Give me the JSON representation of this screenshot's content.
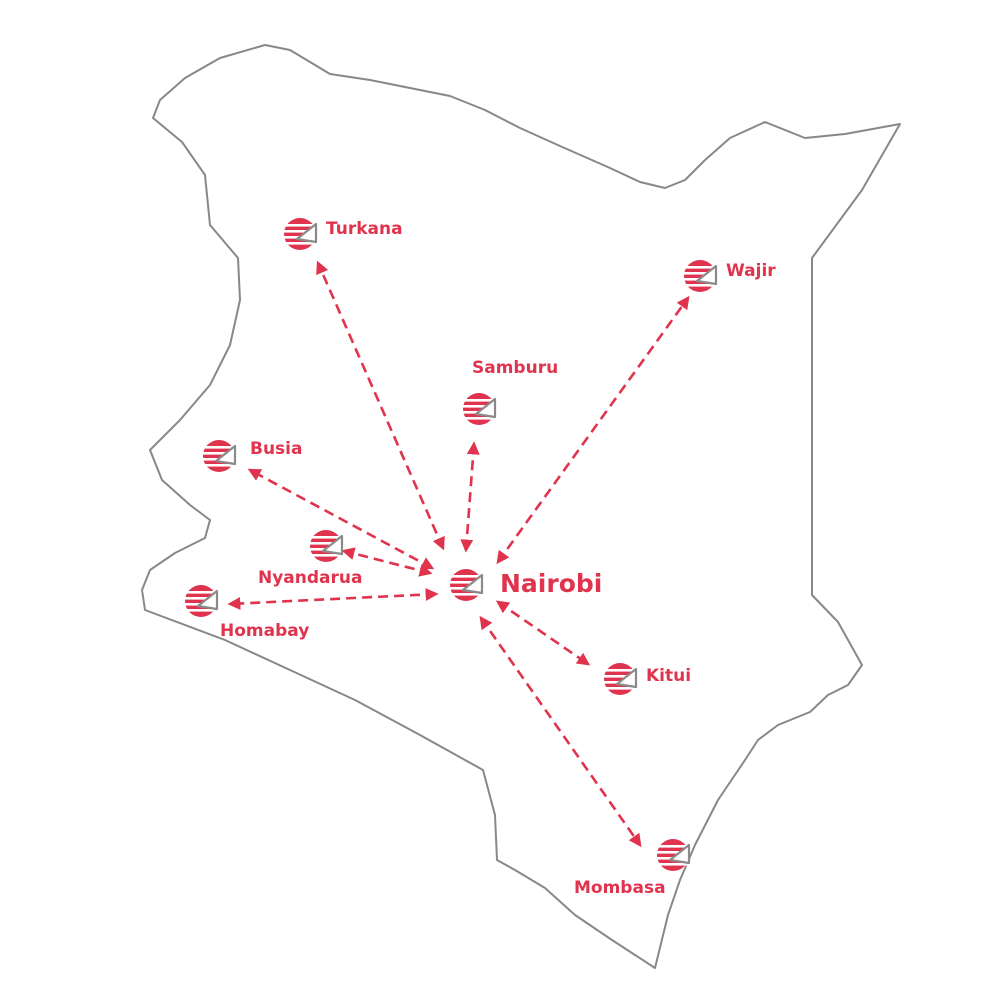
{
  "colors": {
    "accent": "#e0334d",
    "outline": "#888888",
    "logo_gray": "#8a8a8a",
    "background": "#ffffff"
  },
  "map": {
    "hub": "Nairobi",
    "locations": [
      {
        "id": "nairobi",
        "name": "Nairobi",
        "hub": true
      },
      {
        "id": "turkana",
        "name": "Turkana"
      },
      {
        "id": "wajir",
        "name": "Wajir"
      },
      {
        "id": "samburu",
        "name": "Samburu"
      },
      {
        "id": "busia",
        "name": "Busia"
      },
      {
        "id": "nyandarua",
        "name": "Nyandarua"
      },
      {
        "id": "homabay",
        "name": "Homabay"
      },
      {
        "id": "kitui",
        "name": "Kitui"
      },
      {
        "id": "mombasa",
        "name": "Mombasa"
      }
    ],
    "routes": [
      {
        "from": "Nairobi",
        "to": "Turkana"
      },
      {
        "from": "Nairobi",
        "to": "Wajir"
      },
      {
        "from": "Nairobi",
        "to": "Samburu"
      },
      {
        "from": "Nairobi",
        "to": "Busia"
      },
      {
        "from": "Nairobi",
        "to": "Nyandarua"
      },
      {
        "from": "Nairobi",
        "to": "Homabay"
      },
      {
        "from": "Nairobi",
        "to": "Kitui"
      },
      {
        "from": "Nairobi",
        "to": "Mombasa"
      }
    ]
  }
}
